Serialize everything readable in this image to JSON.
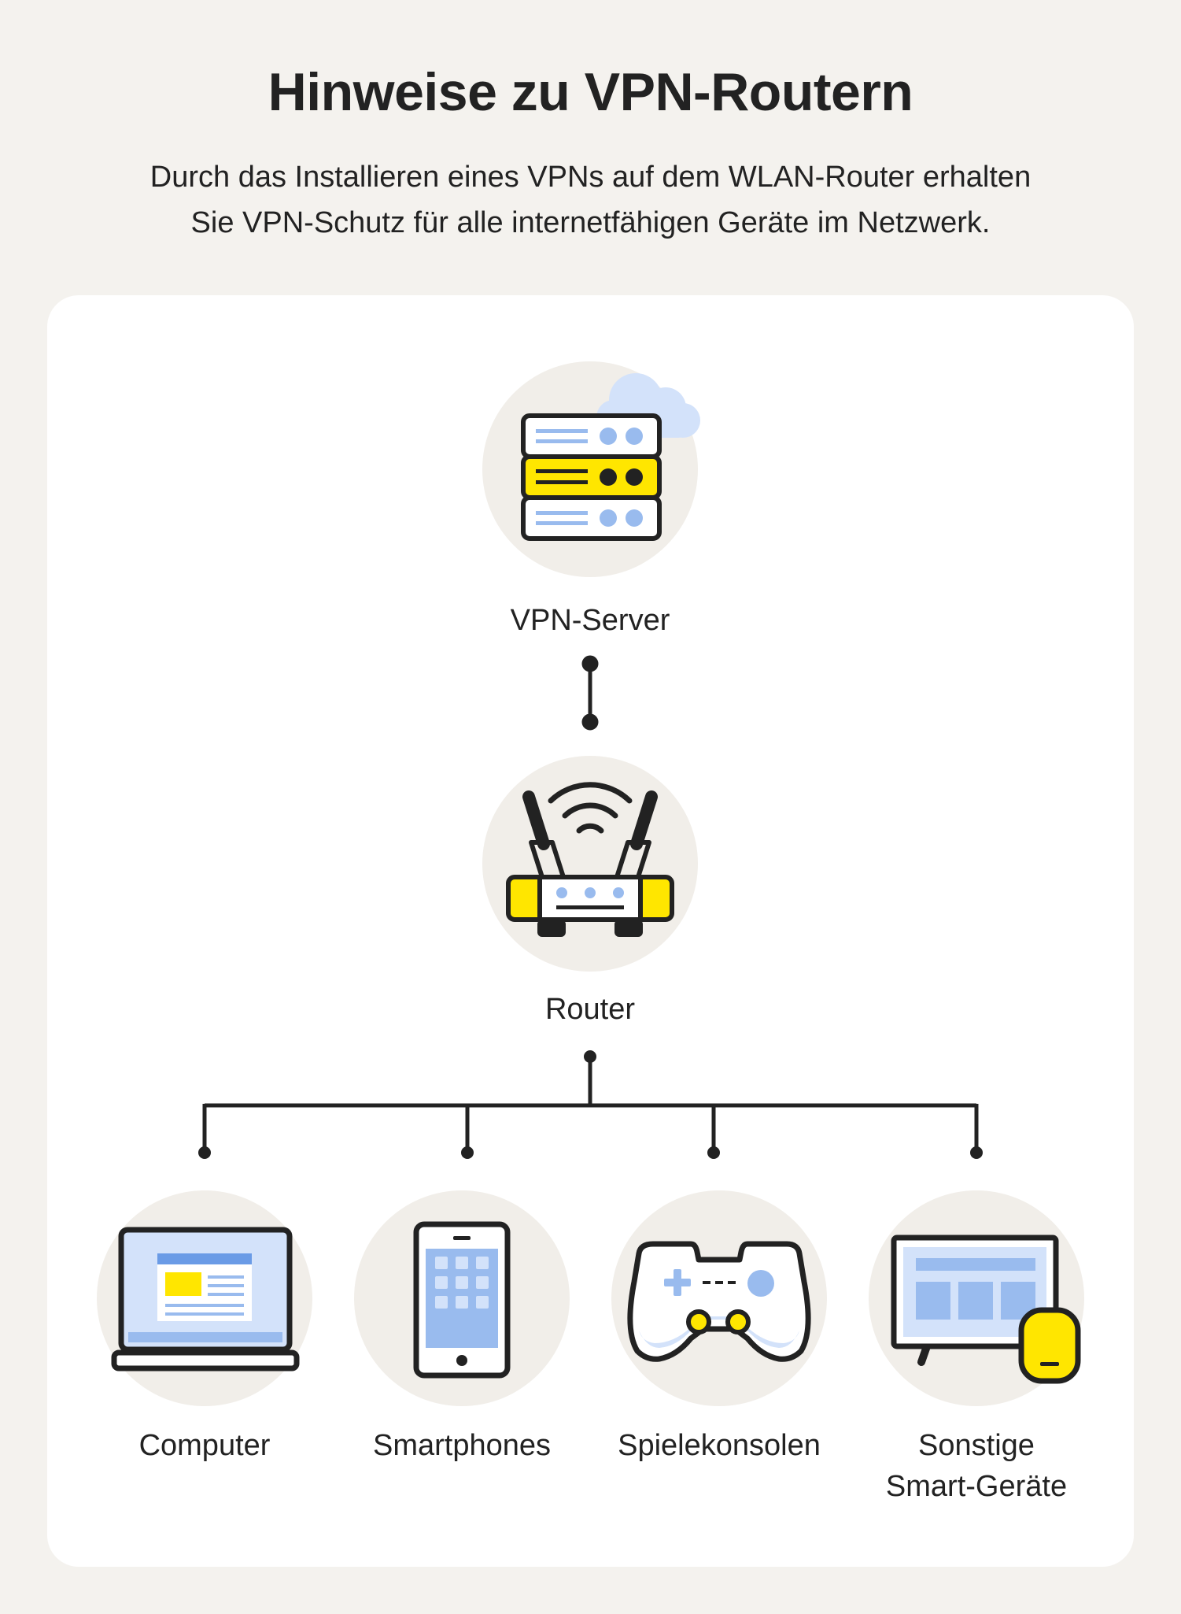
{
  "title": "Hinweise zu VPN-Routern",
  "subtitle": [
    "Durch das Installieren eines VPNs auf dem WLAN-Router erhalten",
    "Sie VPN-Schutz für alle internetfähigen Geräte im Netzwerk."
  ],
  "nodes": {
    "server": {
      "label": "VPN-Server",
      "icon": "server-icon"
    },
    "router": {
      "label": "Router",
      "icon": "router-icon"
    },
    "devices": [
      {
        "label": [
          "Computer"
        ],
        "icon": "laptop-icon"
      },
      {
        "label": [
          "Smartphones"
        ],
        "icon": "smartphone-icon"
      },
      {
        "label": [
          "Spielekonsolen"
        ],
        "icon": "gamepad-icon"
      },
      {
        "label": [
          "Sonstige",
          "Smart-Geräte"
        ],
        "icon": "smart-display-icon"
      }
    ]
  },
  "colors": {
    "background": "#f4f2ee",
    "card": "#ffffff",
    "circle": "#f1eee9",
    "accent_yellow": "#ffe600",
    "accent_blue": "#99bbee",
    "light_blue": "#d3e2fa",
    "ink": "#222222"
  }
}
